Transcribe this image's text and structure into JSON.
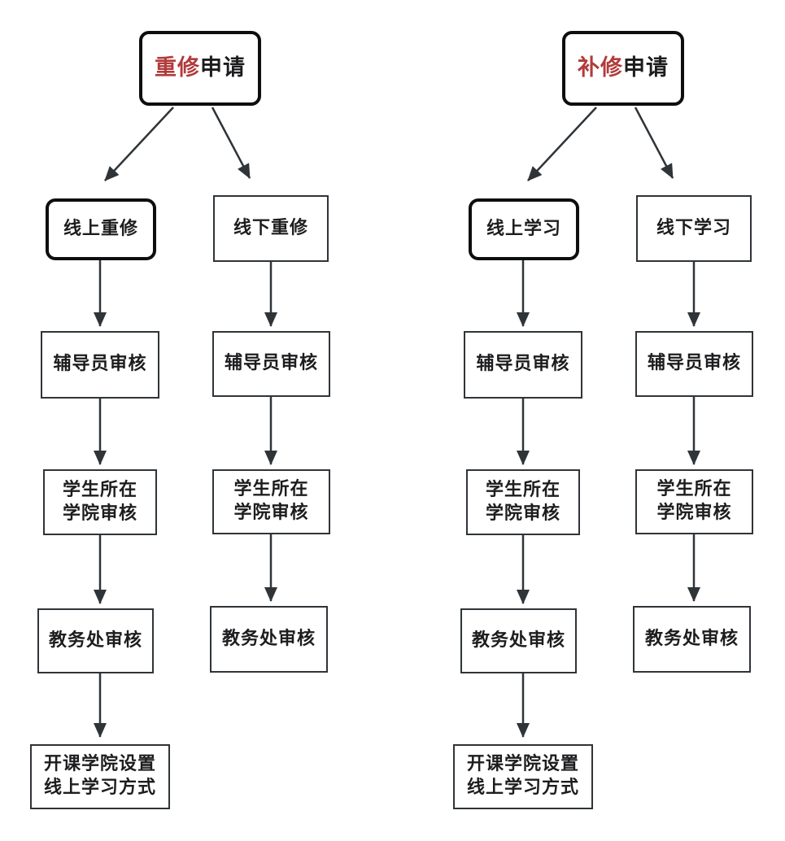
{
  "colors": {
    "highlight_red": "#b23b3b",
    "node_border": "#2f3438",
    "rounded_border": "#0e0e0e",
    "arrow_line": "#2f3438",
    "text": "#1d1d1f",
    "background": "#ffffff"
  },
  "flows": {
    "retake": {
      "root": {
        "highlight": "重修",
        "rest": "申请"
      },
      "branches": {
        "online": {
          "label": "线上重修",
          "steps": [
            "辅导员审核",
            "学生所在\n学院审核",
            "教务处审核",
            "开课学院设置\n线上学习方式"
          ]
        },
        "offline": {
          "label": "线下重修",
          "steps": [
            "辅导员审核",
            "学生所在\n学院审核",
            "教务处审核"
          ]
        }
      }
    },
    "makeup": {
      "root": {
        "highlight": "补修",
        "rest": "申请"
      },
      "branches": {
        "online": {
          "label": "线上学习",
          "steps": [
            "辅导员审核",
            "学生所在\n学院审核",
            "教务处审核",
            "开课学院设置\n线上学习方式"
          ]
        },
        "offline": {
          "label": "线下学习",
          "steps": [
            "辅导员审核",
            "学生所在\n学院审核",
            "教务处审核"
          ]
        }
      }
    }
  }
}
